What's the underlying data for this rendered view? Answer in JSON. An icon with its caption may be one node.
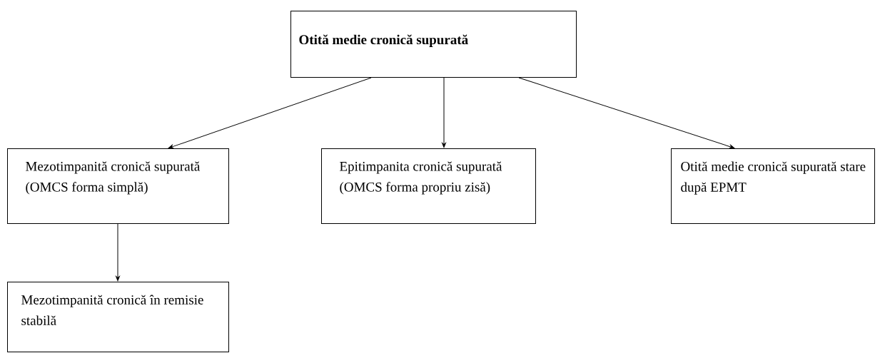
{
  "diagram": {
    "nodes": [
      {
        "text": [
          "Otită medie cronică supurată"
        ]
      },
      {
        "text": [
          "Mezotimpanită cronică supurată (OMCS forma simplă)"
        ]
      },
      {
        "text": [
          "Epitimpanita cronică supurată (OMCS forma propriu zisă)"
        ]
      },
      {
        "text": [
          "Otită medie cronică supurată stare după EPMT"
        ]
      },
      {
        "text": [
          "Mezotimpanită cronică în remisie stabilă"
        ]
      }
    ],
    "edges": [
      {
        "from": 0,
        "to": 1,
        "arrow": "to"
      },
      {
        "from": 0,
        "to": 2,
        "arrow": "to"
      },
      {
        "from": 0,
        "to": 3,
        "arrow": "to"
      },
      {
        "from": 1,
        "to": 4,
        "arrow": "to"
      }
    ]
  }
}
